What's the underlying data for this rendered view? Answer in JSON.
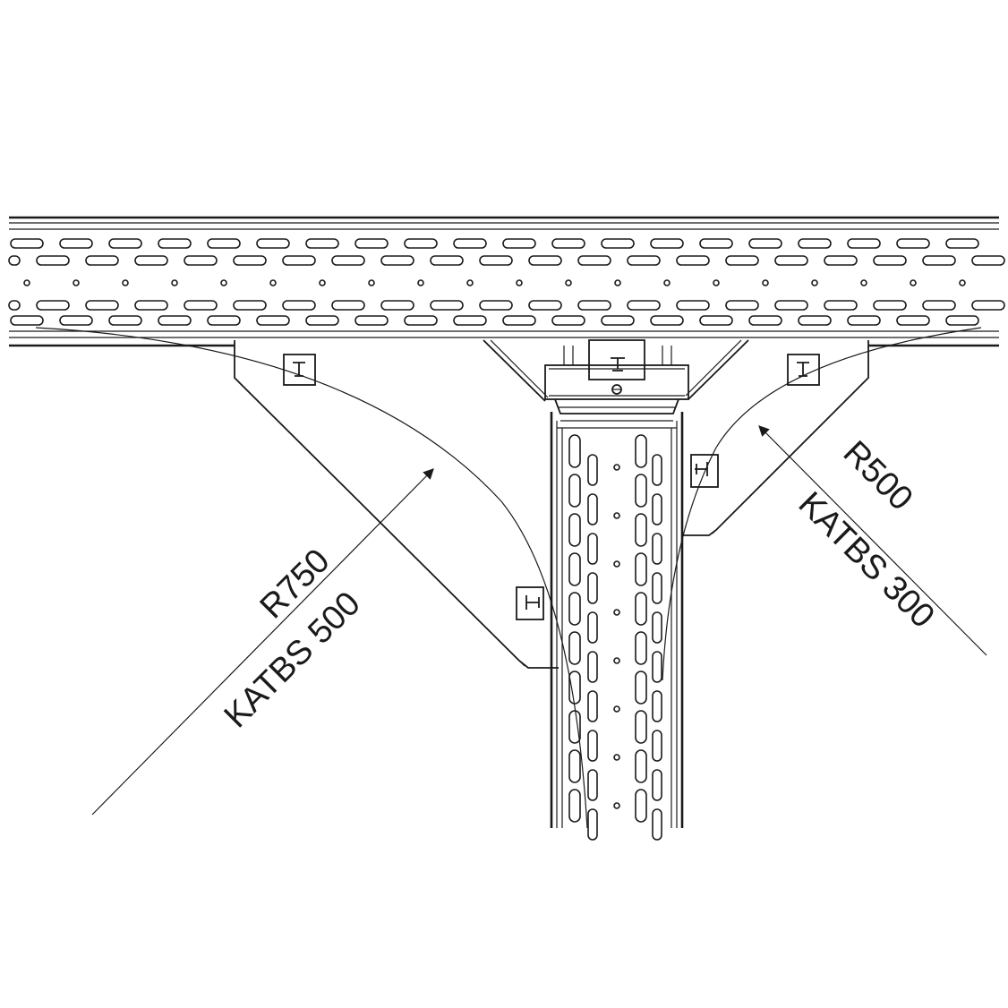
{
  "labels": {
    "left_radius": "R750",
    "left_part": "KATBS 500",
    "right_radius": "R500",
    "right_part": "KATBS 300"
  },
  "colors": {
    "line": "#1a1a1a",
    "background": "#ffffff"
  }
}
